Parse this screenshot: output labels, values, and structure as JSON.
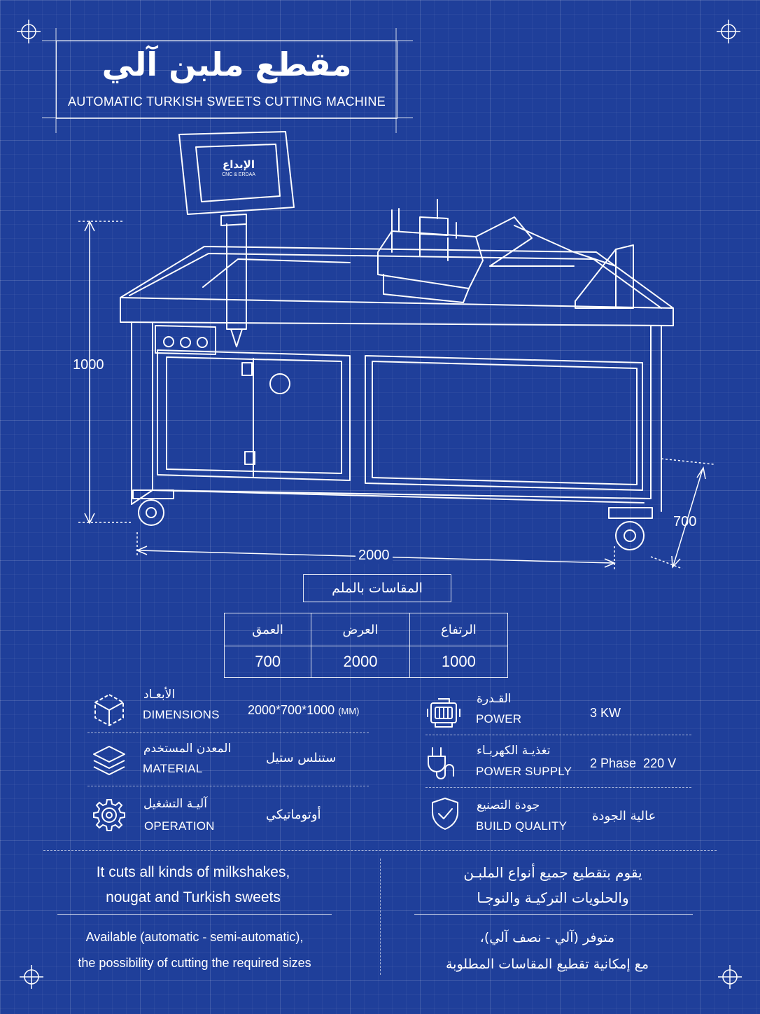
{
  "title": {
    "arabic": "مقطع ملبن آلي",
    "english": "AUTOMATIC TURKISH SWEETS CUTTING MACHINE"
  },
  "screen_logo": {
    "arabic": "الإبداع",
    "english": "CNC & ERDAA"
  },
  "drawing": {
    "height_label": "1000",
    "width_label": "2000",
    "depth_label": "700"
  },
  "dimensions_table": {
    "heading": "المقاسات بالملم",
    "headers": [
      "الرتفاع",
      "العرض",
      "العمق"
    ],
    "values": [
      "1000",
      "2000",
      "700"
    ]
  },
  "specs": [
    {
      "icon": "cube-icon",
      "ar": "الأبعـاد",
      "en": "DIMENSIONS",
      "value": "2000*700*1000",
      "unit": "(MM)"
    },
    {
      "icon": "motor-icon",
      "ar": "القـدرة",
      "en": "POWER",
      "value": "3 KW"
    },
    {
      "icon": "layers-icon",
      "ar": "المعدن المستخدم",
      "en": "MATERIAL",
      "value": "ستنلس ستيل"
    },
    {
      "icon": "plug-icon",
      "ar": "تغذيـة الكهربـاء",
      "en": "POWER SUPPLY",
      "value": "2 Phase  220 V"
    },
    {
      "icon": "gear-icon",
      "ar": "آليـة التشغيل",
      "en": "OPERATION",
      "value": "أوتوماتيكي"
    },
    {
      "icon": "shield-check-icon",
      "ar": "جودة التصنيع",
      "en": "BUILD QUALITY",
      "value": "عالية الجودة"
    }
  ],
  "description": {
    "en1_line1": "It cuts all kinds of milkshakes,",
    "en1_line2": "nougat and Turkish sweets",
    "en2_line1": "Available (automatic - semi-automatic),",
    "en2_line2": "the possibility of cutting the required sizes",
    "ar1_line1": "يقوم بتقطيع جميع أنواع الملبـن",
    "ar1_line2": "والحلويات التركيـة والنوجـا",
    "ar2_line1": "متوفر (آلي - نصف آلي)،",
    "ar2_line2": "مع إمكانية تقطيع المقاسات المطلوبة"
  },
  "colors": {
    "background": "#1f3f9a",
    "line": "#ffffff"
  }
}
